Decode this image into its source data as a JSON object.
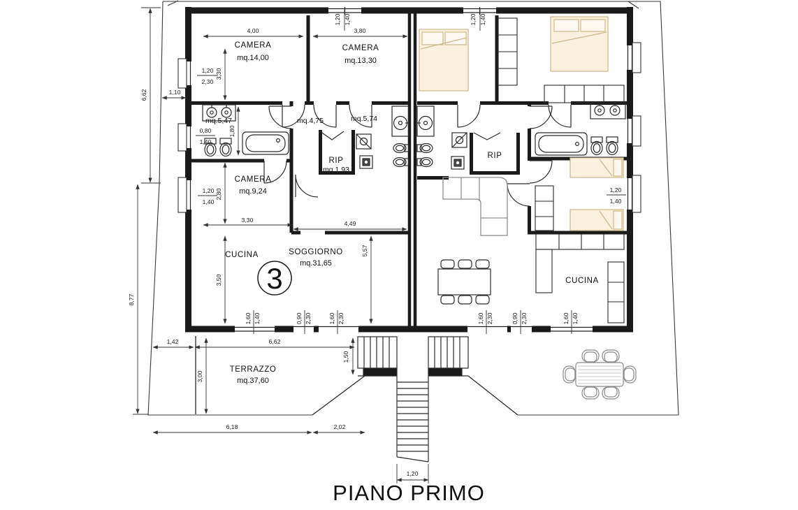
{
  "title": "PIANO PRIMO",
  "unit": {
    "number": "3"
  },
  "rooms": {
    "camera_nw": {
      "label": "CAMERA",
      "area": "mq.14,00"
    },
    "camera_ne": {
      "label": "CAMERA",
      "area": "mq.13,30"
    },
    "camera_w": {
      "label": "CAMERA",
      "area": "mq.9,24"
    },
    "bagno_w": {
      "area": "mq.5,47"
    },
    "disimpegno": {
      "area": "mq.4,75"
    },
    "bagno_e": {
      "area": "mq.5,74"
    },
    "rip_w": {
      "label": "RIP",
      "area": "mq.1,93"
    },
    "rip_e": {
      "label": "RIP"
    },
    "cucina_w": {
      "label": "CUCINA"
    },
    "soggiorno": {
      "label": "SOGGIORNO",
      "area": "mq.31,65"
    },
    "cucina_e": {
      "label": "CUCINA"
    },
    "terrazzo": {
      "label": "TERRAZZO",
      "area": "mq.37,60"
    }
  },
  "dims": {
    "camera_nw_w": "4,00",
    "camera_ne_w": "3,80",
    "camera_nw_h": "3,30",
    "win_top_w_a": "1,20",
    "win_top_w_b": "1,40",
    "win_top_e_a": "1,20",
    "win_top_e_b": "1,40",
    "side_upper": "6,62",
    "side_offset": "1,10",
    "side_lower": "8,77",
    "win_w1_a": "1,20",
    "win_w1_b": "2,30",
    "win_w2_a": "0,80",
    "win_w2_b": "1,40",
    "win_w3_a": "1,20",
    "win_w3_b": "1,40",
    "bagno_w_h": "1,80",
    "camera_w_h": "2,80",
    "camera_w_w": "3,30",
    "soggiorno_w": "4,49",
    "soggiorno_h": "5,57",
    "cucina_w_h": "3,50",
    "win_s1_a": "1,60",
    "win_s1_b": "1,40",
    "door_s2_a": "0,90",
    "door_s2_b": "2,30",
    "door_s3_a": "1,60",
    "door_s3_b": "2,30",
    "door_s4_a": "1,60",
    "door_s4_b": "2,30",
    "door_s5_a": "0,90",
    "door_s5_b": "2,30",
    "win_s6_a": "1,60",
    "win_s6_b": "1,40",
    "win_e1_a": "1,20",
    "win_e1_b": "1,40",
    "terrace_offset": "1,42",
    "terrace_w": "6,62",
    "terrace_h": "3,00",
    "landing_h": "1,50",
    "terrace_bottom_w": "6,18",
    "terrace_bottom_d": "2,02",
    "stair_w": "1,20"
  },
  "colors": {
    "wall": "#1a1a1a",
    "line": "#2b2b2b",
    "dim": "#333333",
    "bed_fill": "#faf2dd",
    "bed_stroke": "#cdb88c",
    "furniture_gray": "#8e8e8e"
  }
}
